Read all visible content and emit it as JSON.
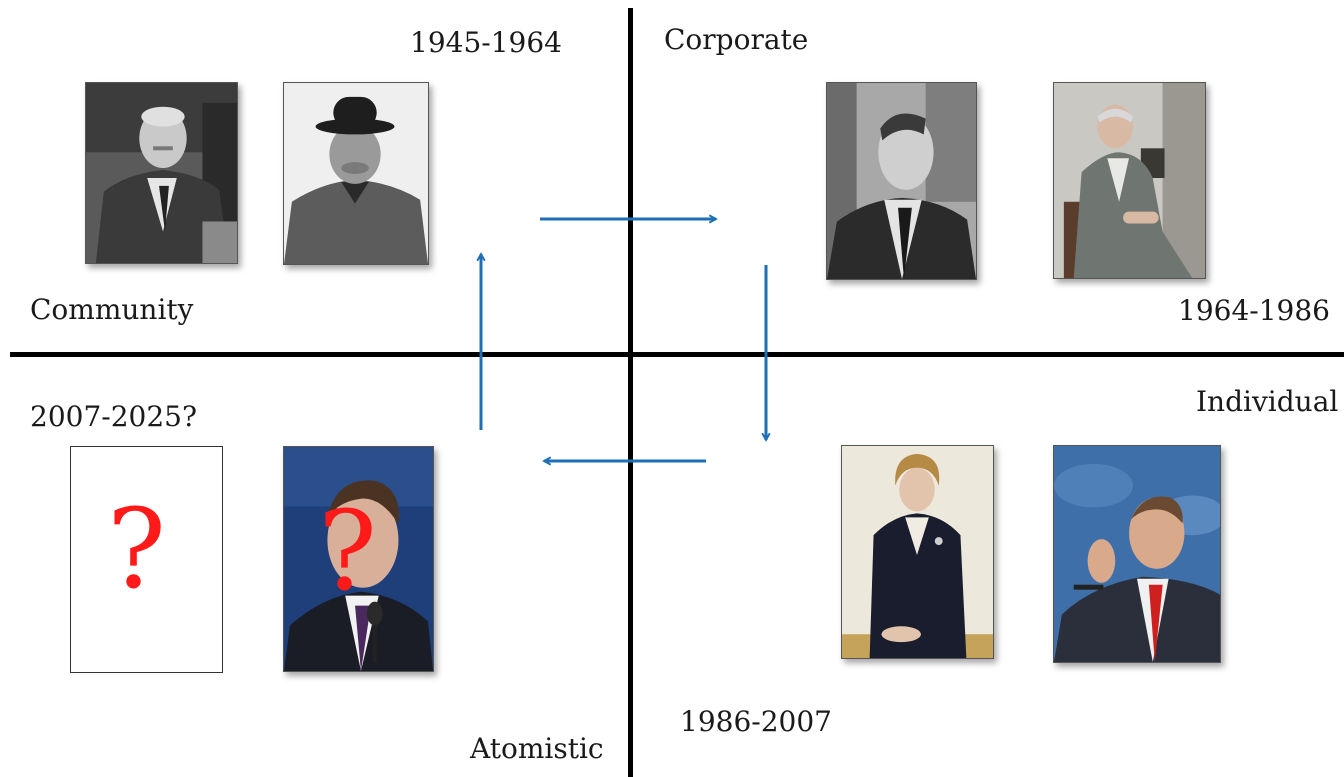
{
  "labels": {
    "era_1945": "1945-1964",
    "corporate": "Corporate",
    "community": "Community",
    "era_1964": "1964-1986",
    "individual": "Individual",
    "era_2007": "2007-2025?",
    "era_1986": "1986-2007",
    "atomistic": "Atomistic"
  },
  "placeholders": {
    "blank_mark": "?",
    "overlay_mark": "?"
  },
  "colors": {
    "arrow": "#1f6fb5",
    "axis": "#000000",
    "question": "#ff1a1a"
  },
  "photos": [
    {
      "quadrant": "top-left",
      "style": "black-and-white",
      "subject": "man in suit with moustache"
    },
    {
      "quadrant": "top-left",
      "style": "black-and-white",
      "subject": "man in bowler hat and coat"
    },
    {
      "quadrant": "top-right",
      "style": "black-and-white",
      "subject": "man in suit and tie, profile"
    },
    {
      "quadrant": "top-right",
      "style": "colour",
      "subject": "seated man in grey suit"
    },
    {
      "quadrant": "bottom-right",
      "style": "colour",
      "subject": "woman in dark suit, seated"
    },
    {
      "quadrant": "bottom-right",
      "style": "colour",
      "subject": "man speaking, gesturing, red tie"
    },
    {
      "quadrant": "bottom-left",
      "style": "blank",
      "subject": "empty frame with question mark"
    },
    {
      "quadrant": "bottom-left",
      "style": "colour",
      "subject": "man at microphone, overlaid question mark"
    }
  ]
}
